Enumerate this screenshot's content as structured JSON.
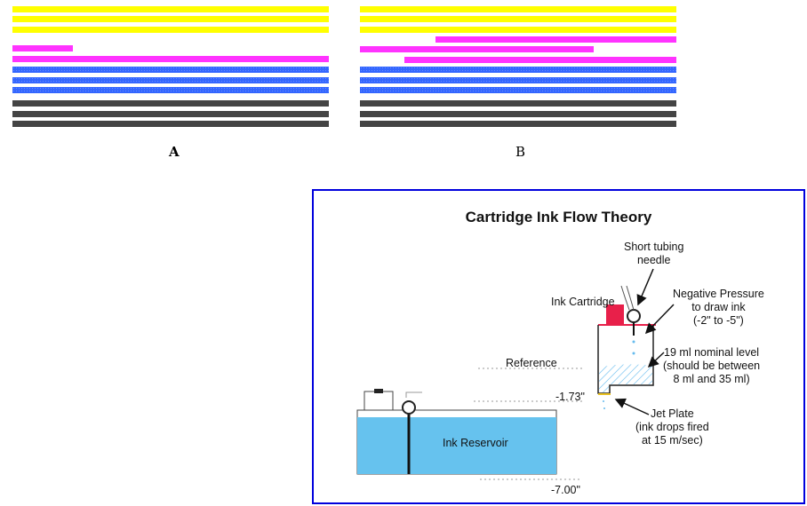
{
  "test_patterns": {
    "colors": {
      "yellow": "#ffff00",
      "magenta": "#ff33ff",
      "cyan": "#3366ff",
      "black": "#444444"
    },
    "panels": [
      {
        "label": "A",
        "rows": [
          {
            "color": "yellow",
            "start": 0,
            "end": 1
          },
          {
            "color": "yellow",
            "start": 0,
            "end": 1
          },
          {
            "color": "yellow",
            "start": 0,
            "end": 1
          },
          {
            "color": "magenta",
            "start": 0,
            "end": 0.19
          },
          {
            "color": "magenta",
            "start": 0,
            "end": 1
          },
          {
            "color": "cyan",
            "start": 0,
            "end": 1
          },
          {
            "color": "cyan",
            "start": 0,
            "end": 1
          },
          {
            "color": "cyan",
            "start": 0,
            "end": 1
          },
          {
            "color": "black",
            "start": 0,
            "end": 1
          },
          {
            "color": "black",
            "start": 0,
            "end": 1
          },
          {
            "color": "black",
            "start": 0,
            "end": 1
          }
        ]
      },
      {
        "label": "B",
        "rows": [
          {
            "color": "yellow",
            "start": 0,
            "end": 1
          },
          {
            "color": "yellow",
            "start": 0,
            "end": 1
          },
          {
            "color": "yellow",
            "start": 0,
            "end": 1
          },
          {
            "color": "magenta",
            "start": 0.24,
            "end": 1
          },
          {
            "color": "magenta",
            "start": 0,
            "end": 0.74
          },
          {
            "color": "magenta",
            "start": 0.14,
            "end": 1
          },
          {
            "color": "cyan",
            "start": 0,
            "end": 1
          },
          {
            "color": "cyan",
            "start": 0,
            "end": 1
          },
          {
            "color": "cyan",
            "start": 0,
            "end": 1
          },
          {
            "color": "black",
            "start": 0,
            "end": 1
          },
          {
            "color": "black",
            "start": 0,
            "end": 1
          },
          {
            "color": "black",
            "start": 0,
            "end": 1
          }
        ]
      }
    ]
  },
  "diagram": {
    "title": "Cartridge Ink Flow Theory",
    "labels": {
      "short_tubing": [
        "Short tubing",
        "needle"
      ],
      "ink_cartridge": "Ink Cartridge",
      "negative_pressure": [
        "Negative Pressure",
        "to draw ink",
        "(-2\" to -5\")"
      ],
      "nominal_level": [
        "19 ml nominal level",
        "(should be between",
        "8 ml and 35 ml)"
      ],
      "reference": "Reference",
      "level_1": "-1.73\"",
      "jet_plate": [
        "Jet Plate",
        "(ink drops fired",
        "at 15 m/sec)"
      ],
      "ink_reservoir": "Ink Reservoir",
      "level_2": "-7.00\""
    },
    "colors": {
      "frame": "#0000dd",
      "reservoir_ink": "#66c2ee",
      "cartridge_cap": "#e8204a",
      "hatch": "#66bbee",
      "jet_plate": "#e8c020"
    }
  }
}
